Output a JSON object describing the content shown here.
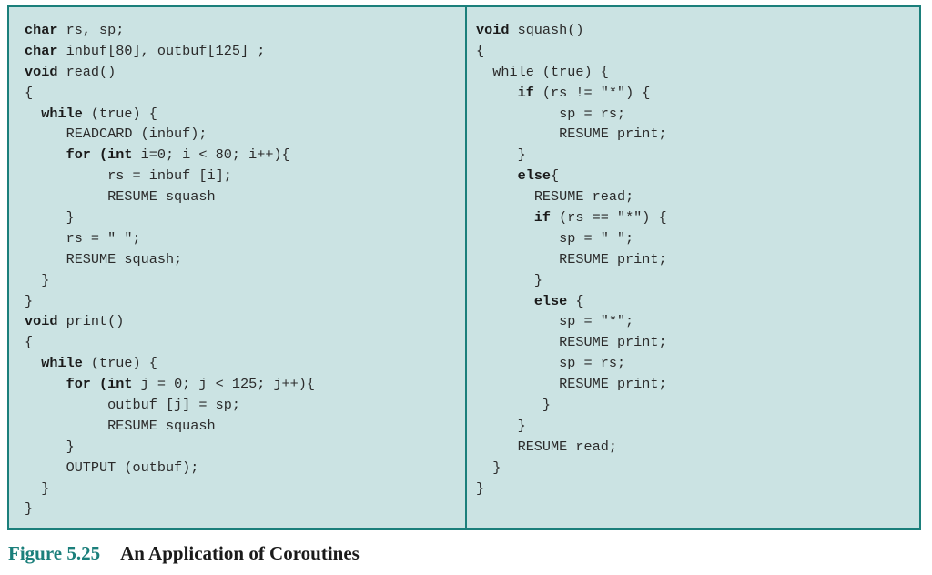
{
  "figure": {
    "number": "Figure 5.25",
    "title": "An Application of Coroutines",
    "colors": {
      "accent": "#1b7f7b",
      "background": "#cbe3e3",
      "text": "#2b2b2b"
    }
  },
  "left_panel": {
    "lines": [
      {
        "indent": "",
        "kw": "char",
        "text": " rs, sp;"
      },
      {
        "indent": "",
        "kw": "char",
        "text": " inbuf[80], outbuf[125] ;"
      },
      {
        "indent": "",
        "kw": "void",
        "text": " read()"
      },
      {
        "indent": "",
        "kw": "",
        "text": "{"
      },
      {
        "indent": "  ",
        "kw": "while",
        "text": " (true) {"
      },
      {
        "indent": "     ",
        "kw": "",
        "text": "READCARD (inbuf);"
      },
      {
        "indent": "     ",
        "kw": "for (int",
        "text": " i=0; i < 80; i++){"
      },
      {
        "indent": "          ",
        "kw": "",
        "text": "rs = inbuf [i];"
      },
      {
        "indent": "          ",
        "kw": "",
        "text": "RESUME squash"
      },
      {
        "indent": "     ",
        "kw": "",
        "text": "}"
      },
      {
        "indent": "     ",
        "kw": "",
        "text": "rs = \" \";"
      },
      {
        "indent": "     ",
        "kw": "",
        "text": "RESUME squash;"
      },
      {
        "indent": "  ",
        "kw": "",
        "text": "}"
      },
      {
        "indent": "",
        "kw": "",
        "text": "}"
      },
      {
        "indent": "",
        "kw": "void",
        "text": " print()"
      },
      {
        "indent": "",
        "kw": "",
        "text": "{"
      },
      {
        "indent": "  ",
        "kw": "while",
        "text": " (true) {"
      },
      {
        "indent": "     ",
        "kw": "for (int",
        "text": " j = 0; j < 125; j++){"
      },
      {
        "indent": "          ",
        "kw": "",
        "text": "outbuf [j] = sp;"
      },
      {
        "indent": "          ",
        "kw": "",
        "text": "RESUME squash"
      },
      {
        "indent": "     ",
        "kw": "",
        "text": "}"
      },
      {
        "indent": "     ",
        "kw": "",
        "text": "OUTPUT (outbuf);"
      },
      {
        "indent": "  ",
        "kw": "",
        "text": "}"
      },
      {
        "indent": "",
        "kw": "",
        "text": "}"
      }
    ]
  },
  "right_panel": {
    "lines": [
      {
        "indent": "",
        "kw": "void",
        "text": " squash()"
      },
      {
        "indent": "",
        "kw": "",
        "text": "{"
      },
      {
        "indent": "  ",
        "kw": "",
        "text": "while (true) {"
      },
      {
        "indent": "     ",
        "kw": "if",
        "text": " (rs != \"*\") {"
      },
      {
        "indent": "          ",
        "kw": "",
        "text": "sp = rs;"
      },
      {
        "indent": "          ",
        "kw": "",
        "text": "RESUME print;"
      },
      {
        "indent": "     ",
        "kw": "",
        "text": "}"
      },
      {
        "indent": "     ",
        "kw": "else",
        "text": "{"
      },
      {
        "indent": "       ",
        "kw": "",
        "text": "RESUME read;"
      },
      {
        "indent": "       ",
        "kw": "if",
        "text": " (rs == \"*\") {"
      },
      {
        "indent": "          ",
        "kw": "",
        "text": "sp = \" \";"
      },
      {
        "indent": "          ",
        "kw": "",
        "text": "RESUME print;"
      },
      {
        "indent": "       ",
        "kw": "",
        "text": "}"
      },
      {
        "indent": "       ",
        "kw": "else",
        "text": " {"
      },
      {
        "indent": "          ",
        "kw": "",
        "text": "sp = \"*\";"
      },
      {
        "indent": "          ",
        "kw": "",
        "text": "RESUME print;"
      },
      {
        "indent": "          ",
        "kw": "",
        "text": "sp = rs;"
      },
      {
        "indent": "          ",
        "kw": "",
        "text": "RESUME print;"
      },
      {
        "indent": "        ",
        "kw": "",
        "text": "}"
      },
      {
        "indent": "     ",
        "kw": "",
        "text": "}"
      },
      {
        "indent": "     ",
        "kw": "",
        "text": "RESUME read;"
      },
      {
        "indent": "  ",
        "kw": "",
        "text": "}"
      },
      {
        "indent": "",
        "kw": "",
        "text": "}"
      }
    ]
  }
}
